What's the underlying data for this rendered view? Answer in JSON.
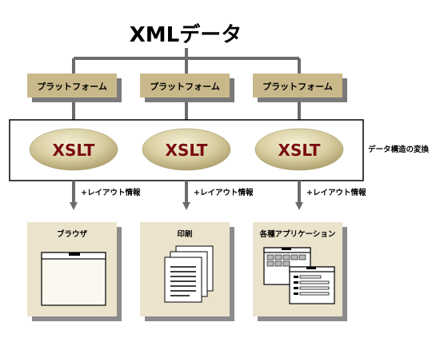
{
  "title": "XMLデータ",
  "platforms": [
    {
      "label": "プラットフォーム"
    },
    {
      "label": "プラットフォーム"
    },
    {
      "label": "プラットフォーム"
    }
  ],
  "transforms": [
    {
      "label": "XSLT"
    },
    {
      "label": "XSLT"
    },
    {
      "label": "XSLT"
    }
  ],
  "transform_box_label": "データ構造の変換",
  "layout_notes": [
    {
      "label": "+レイアウト情報"
    },
    {
      "label": "+レイアウト情報"
    },
    {
      "label": "+レイアウト情報"
    }
  ],
  "outputs": [
    {
      "label": "ブラウザ",
      "icon": "browser-window-icon"
    },
    {
      "label": "印刷",
      "icon": "printed-pages-icon"
    },
    {
      "label": "各種アプリケーション",
      "icon": "application-windows-icon"
    }
  ],
  "colors": {
    "platform_fill": "#c9b98a",
    "platform_shadow": "#7a7a7a",
    "xslt_fill": "#d8cfa3",
    "xslt_text": "#7a0d10",
    "output_fill": "#ebe3cc",
    "output_shadow": "#8c8c8c",
    "connector": "#6b6b6b"
  }
}
